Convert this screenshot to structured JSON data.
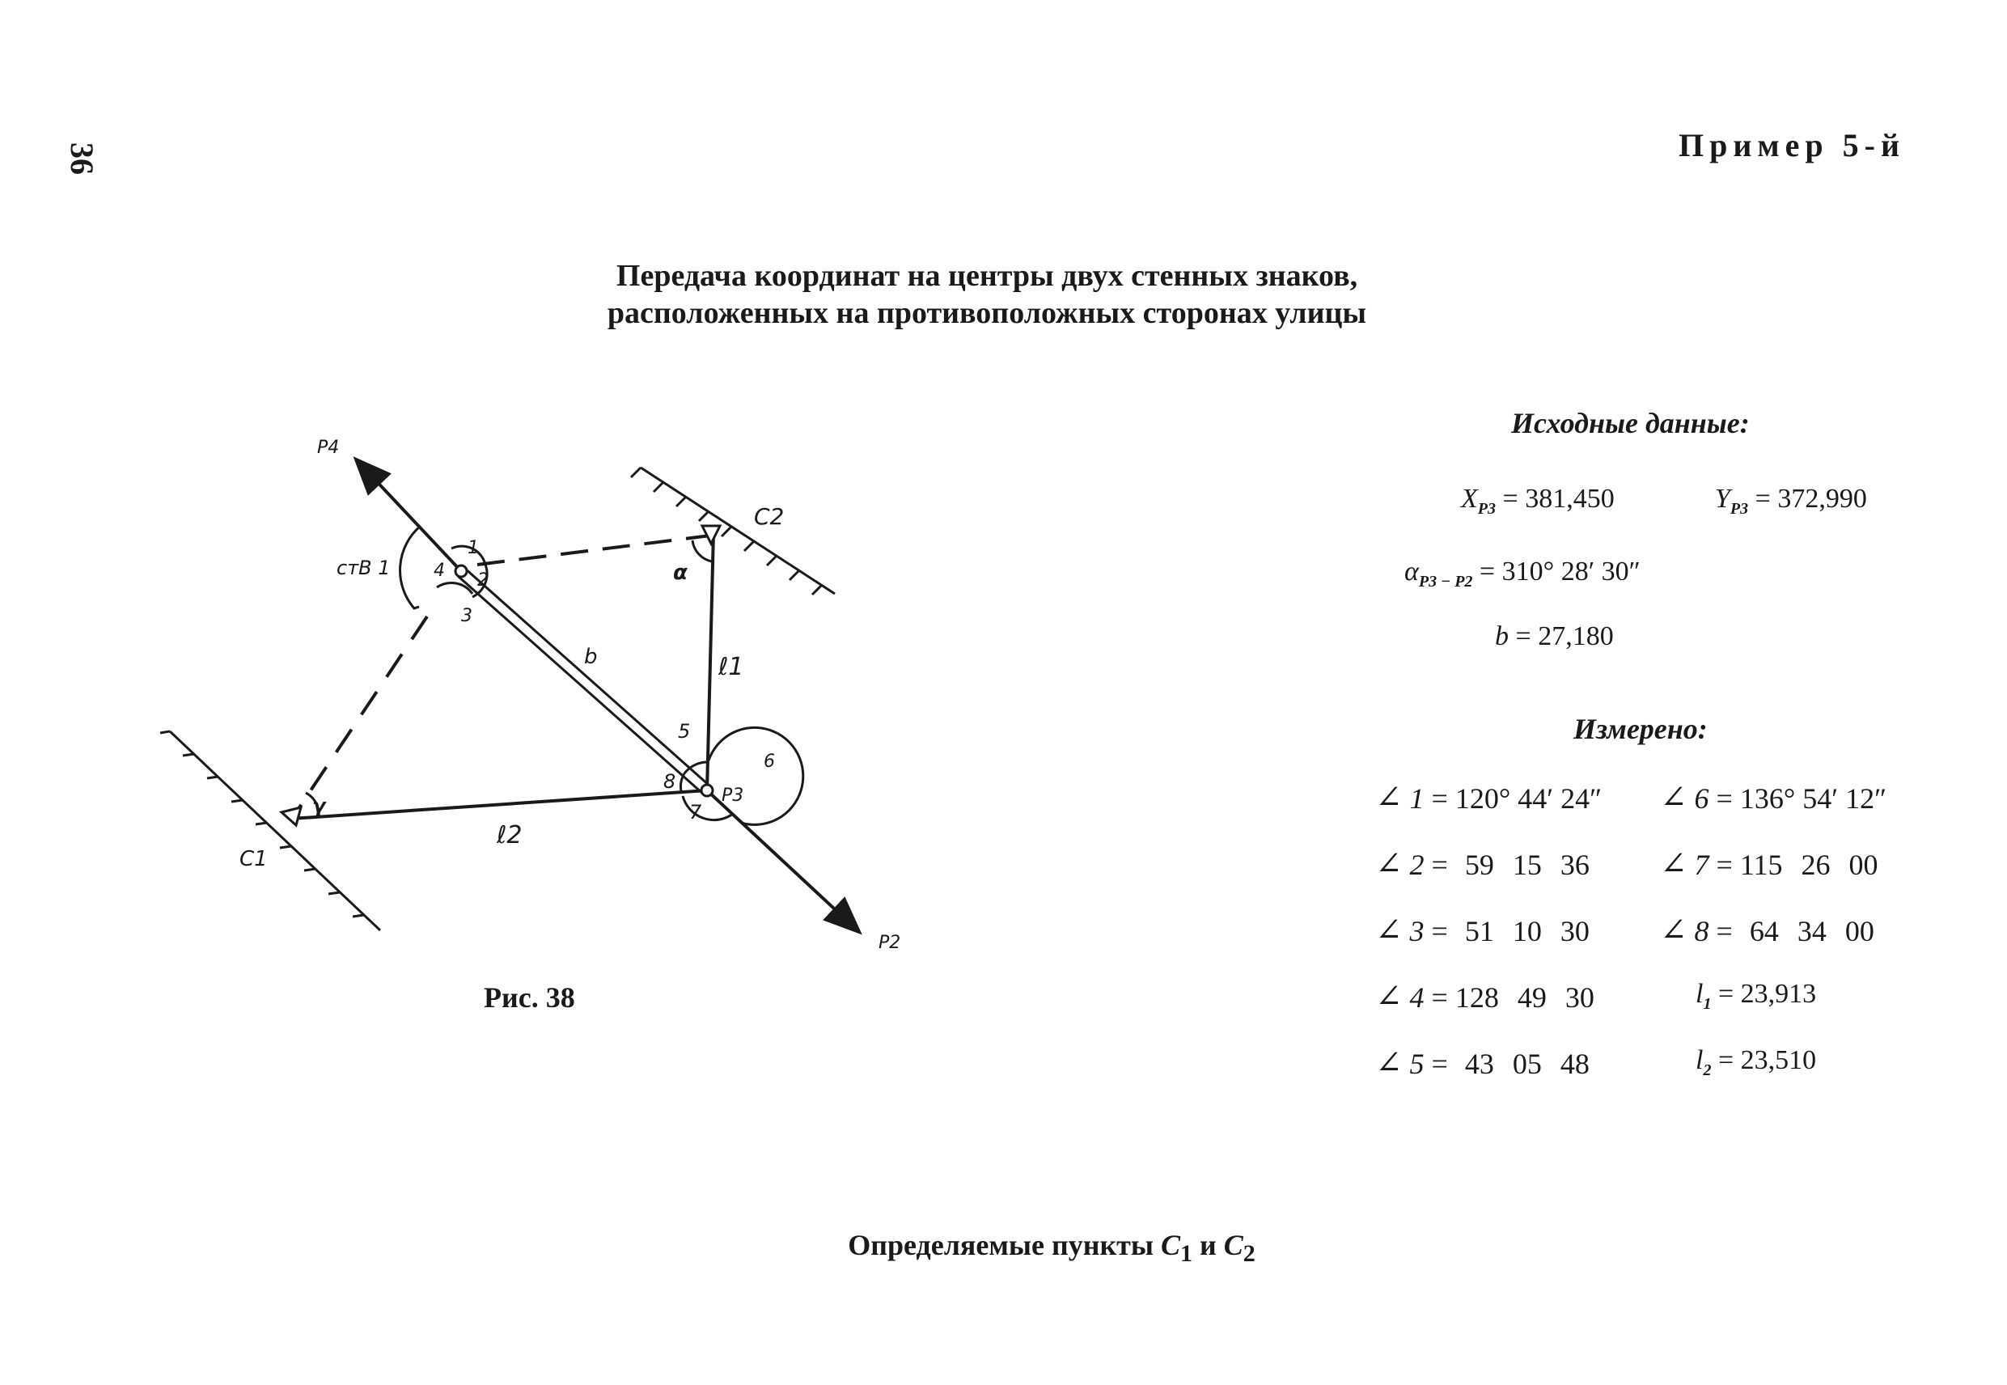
{
  "page": {
    "number": "36",
    "example": "Пример 5-й",
    "title_line1": "Передача координат на центры двух стенных знаков,",
    "title_line2": "расположенных на противоположных сторонах улицы",
    "figure_caption": "Рис. 38",
    "bottom_text": "Определяемые пункты",
    "bottom_c": "C",
    "bottom_sub1": "1",
    "bottom_and": "и",
    "bottom_sub2": "2"
  },
  "figure": {
    "labels": {
      "P4": "P4",
      "P2": "P2",
      "P3": "P3",
      "C1": "C1",
      "C2": "C2",
      "stv": "стВ 1",
      "b": "b",
      "l1": "ℓ1",
      "l2": "ℓ2",
      "alpha": "α",
      "gamma": "γ",
      "a1": "1",
      "a2": "2",
      "a3": "3",
      "a4": "4",
      "a5": "5",
      "a6": "6",
      "a7": "7",
      "a8": "8"
    }
  },
  "given": {
    "heading": "Исходные данные:",
    "x_label": "X",
    "x_sub": "P3",
    "x_value": "381,450",
    "y_label": "Y",
    "y_sub": "P3",
    "y_value": "372,990",
    "alpha_label": "α",
    "alpha_sub": "P3 − P2",
    "alpha_value": "310° 28′ 30″",
    "b_label": "b",
    "b_value": "27,180"
  },
  "measured": {
    "heading": "Измерено:",
    "angle_symbol": "∠",
    "rows": [
      {
        "n": "1",
        "deg": "120°",
        "min": "44′",
        "sec": "24″"
      },
      {
        "n": "2",
        "deg": "59",
        "min": "15",
        "sec": "36"
      },
      {
        "n": "3",
        "deg": "51",
        "min": "10",
        "sec": "30"
      },
      {
        "n": "4",
        "deg": "128",
        "min": "49",
        "sec": "30"
      },
      {
        "n": "5",
        "deg": "43",
        "min": "05",
        "sec": "48"
      },
      {
        "n": "6",
        "deg": "136°",
        "min": "54′",
        "sec": "12″"
      },
      {
        "n": "7",
        "deg": "115",
        "min": "26",
        "sec": "00"
      },
      {
        "n": "8",
        "deg": "64",
        "min": "34",
        "sec": "00"
      }
    ],
    "l1_label": "l",
    "l1_sub": "1",
    "l1_value": "23,913",
    "l2_label": "l",
    "l2_sub": "2",
    "l2_value": "23,510"
  }
}
